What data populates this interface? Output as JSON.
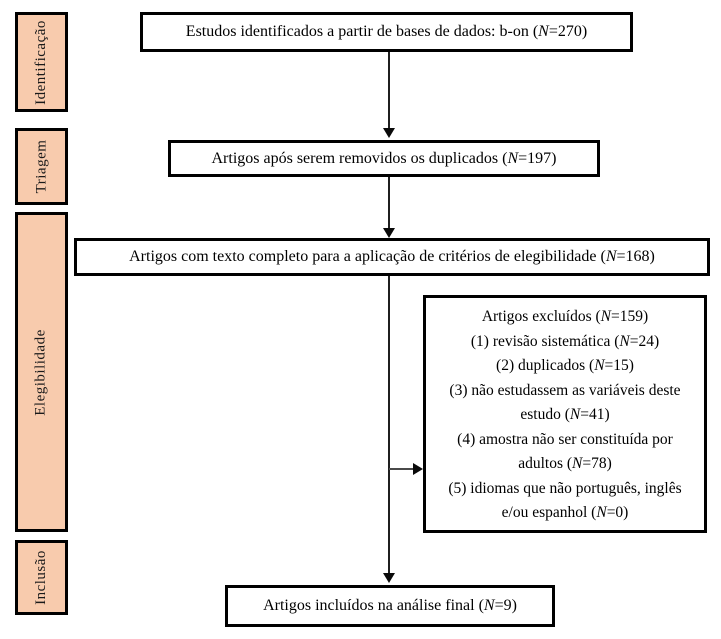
{
  "n_symbol": "N",
  "colors": {
    "stage_fill": "#F8CBAD",
    "box_border": "#000000",
    "arrow": "#1f1f1f",
    "background": "#ffffff"
  },
  "sidebar": {
    "items": [
      {
        "label": "Identificação"
      },
      {
        "label": "Triagem"
      },
      {
        "label": "Elegibilidade"
      },
      {
        "label": "Inclusão"
      }
    ]
  },
  "flow": {
    "identified": {
      "pre": "Estudos identificados a partir de bases de dados: b-on (",
      "post": "=270)"
    },
    "deduplicated": {
      "pre": "Artigos após serem removidos os duplicados (",
      "post": "=197)"
    },
    "fulltext": {
      "pre": "Artigos com texto completo para a aplicação de critérios de elegibilidade (",
      "post": "=168)"
    },
    "included": {
      "pre": "Artigos incluídos na análise final (",
      "post": "=9)"
    }
  },
  "excluded": {
    "title": {
      "pre": "Artigos excluídos (",
      "post": "=159)"
    },
    "reasons": [
      {
        "pre": "(1) revisão sistemática (",
        "post": "=24)"
      },
      {
        "pre": "(2) duplicados (",
        "post": "=15)"
      },
      {
        "pre": "(3) não estudassem as variáveis deste estudo (",
        "post": "=41)"
      },
      {
        "pre": "(4) amostra não ser constituída por adultos (",
        "post": "=78)"
      },
      {
        "pre": "(5) idiomas que não português, inglês e/ou espanhol (",
        "post": "=0)"
      }
    ]
  }
}
